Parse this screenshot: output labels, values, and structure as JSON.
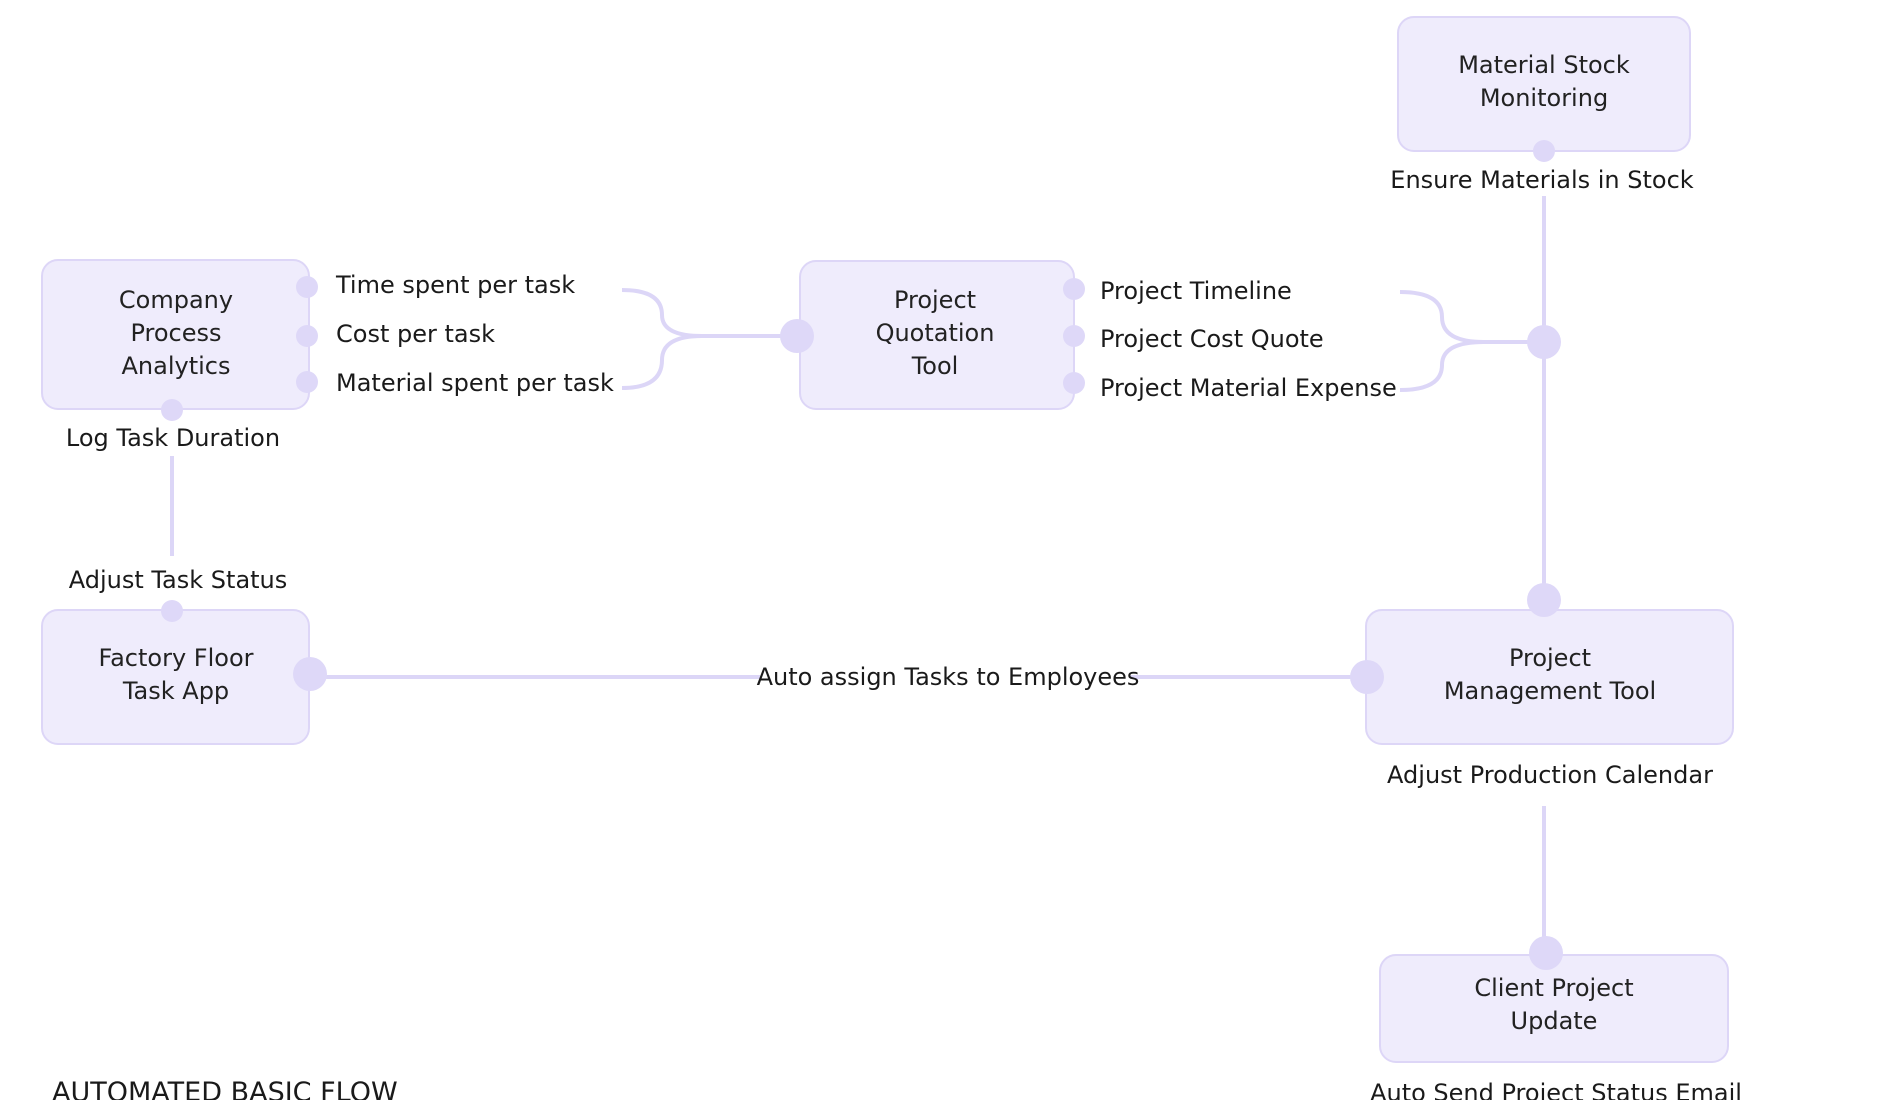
{
  "title": "AUTOMATED BASIC FLOW",
  "colors": {
    "node_fill": "#efecfc",
    "node_stroke": "#ddd6f7",
    "connector": "#dcd6f7",
    "text": "#1a1a1a"
  },
  "nodes": {
    "analytics": {
      "lines": [
        "Company",
        "Process",
        "Analytics"
      ]
    },
    "quotation": {
      "lines": [
        "Project",
        "Quotation",
        "Tool"
      ]
    },
    "stock": {
      "lines": [
        "Material Stock",
        "Monitoring"
      ]
    },
    "factory": {
      "lines": [
        "Factory Floor",
        "Task App"
      ]
    },
    "pm": {
      "lines": [
        "Project",
        "Management Tool"
      ]
    },
    "client": {
      "lines": [
        "Client Project",
        "Update"
      ]
    }
  },
  "ports": {
    "analytics_outputs": [
      "Time spent per task",
      "Cost per task",
      "Material spent per task"
    ],
    "quotation_outputs": [
      "Project Timeline",
      "Project Cost Quote",
      "Project Material Expense"
    ]
  },
  "edge_labels": {
    "log_task_duration": "Log Task Duration",
    "adjust_task_status": "Adjust Task Status",
    "ensure_materials": "Ensure Materials in Stock",
    "auto_assign": "Auto assign Tasks to Employees",
    "adjust_calendar": "Adjust Production Calendar",
    "auto_send_email": "Auto Send Project Status Email"
  }
}
